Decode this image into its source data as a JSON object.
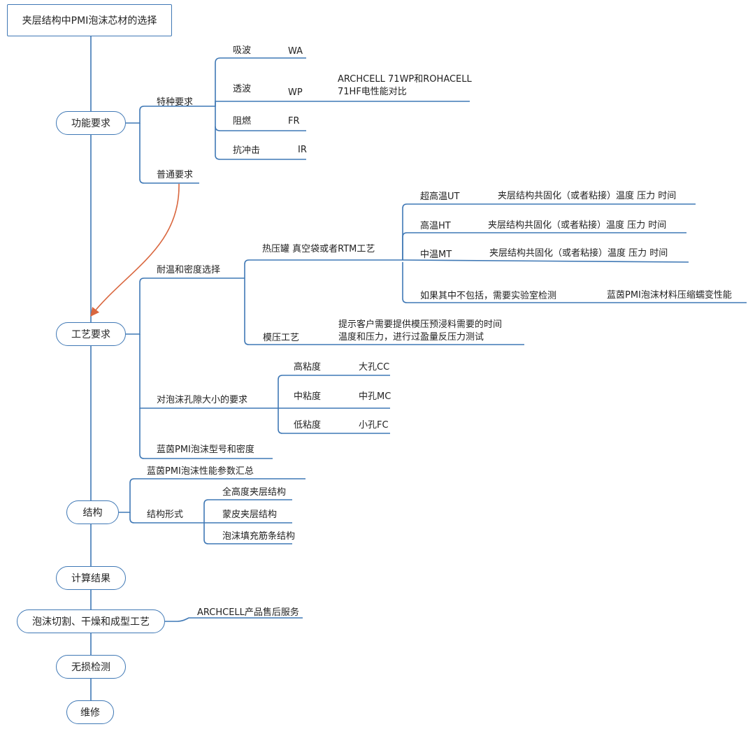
{
  "colors": {
    "line": "#3f78b5",
    "arrow": "#d9673f",
    "text": "#222222"
  },
  "root": "夹层结构中PMI泡沫芯材的选择",
  "spine": {
    "functional": "功能要求",
    "process": "工艺要求",
    "structure": "结构",
    "calc": "计算结果",
    "cutting": "泡沫切割、干燥和成型工艺",
    "ndt": "无损检测",
    "repair": "维修"
  },
  "functional": {
    "special": "特种要求",
    "general": "普通要求",
    "items": [
      {
        "name": "吸波",
        "code": "WA"
      },
      {
        "name": "透波",
        "code": "WP"
      },
      {
        "name": "阻燃",
        "code": "FR"
      },
      {
        "name": "抗冲击",
        "code": "IR"
      }
    ],
    "wp_note_1": "ARCHCELL  71WP和ROHACELL",
    "wp_note_2": "71HF电性能对比"
  },
  "process": {
    "temp_density": "耐温和密度选择",
    "autoclave": "热压罐 真空袋或者RTM工艺",
    "temps": [
      {
        "name": "超高温UT",
        "note": "夹层结构共固化（或者粘接）温度 压力 时间"
      },
      {
        "name": "高温HT",
        "note": "夹层结构共固化（或者粘接）温度 压力 时间"
      },
      {
        "name": "中温MT",
        "note": "夹层结构共固化（或者粘接）温度 压力 时间"
      }
    ],
    "lab_test": "如果其中不包括，需要实验室检测",
    "lab_test_note": "蓝茵PMI泡沫材料压缩蠕变性能",
    "molding": "模压工艺",
    "molding_note_1": "提示客户需要提供模压预浸料需要的时间",
    "molding_note_2": "温度和压力，进行过盈量反压力测试",
    "pore": "对泡沫孔隙大小的要求",
    "viscosity": [
      {
        "name": "高粘度",
        "cell": "大孔CC"
      },
      {
        "name": "中粘度",
        "cell": "中孔MC"
      },
      {
        "name": "低粘度",
        "cell": "小孔FC"
      }
    ],
    "model": "蓝茵PMI泡沫型号和密度"
  },
  "structure": {
    "summary": "蓝茵PMI泡沫性能参数汇总",
    "form": "结构形式",
    "forms": [
      "全高度夹层结构",
      "蒙皮夹层结构",
      "泡沫填充筋条结构"
    ]
  },
  "cutting_note": "ARCHCELL产品售后服务"
}
